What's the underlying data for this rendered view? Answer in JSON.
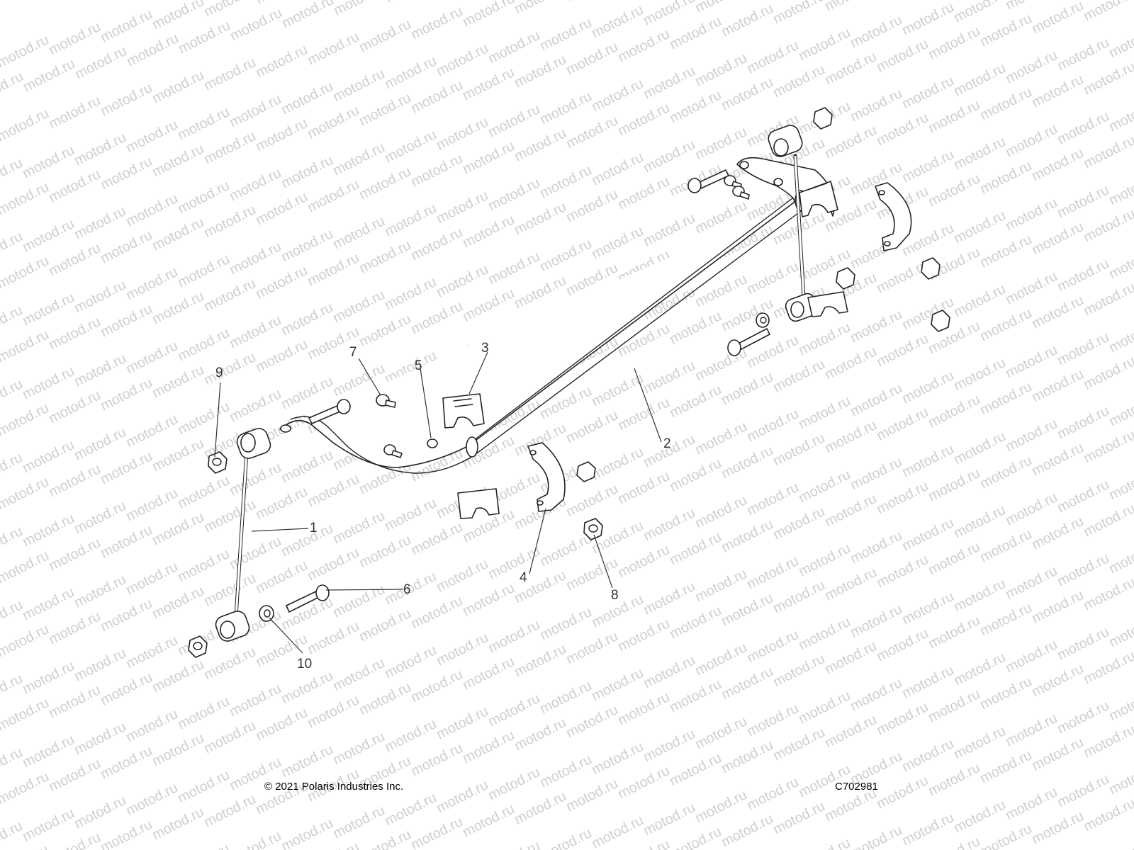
{
  "watermark": "motod.ru",
  "footer": {
    "copyright": "© 2021 Polaris Industries Inc.",
    "diagram_code": "C702981"
  },
  "callouts": [
    "1",
    "2",
    "3",
    "4",
    "5",
    "6",
    "7",
    "8",
    "9",
    "10"
  ]
}
